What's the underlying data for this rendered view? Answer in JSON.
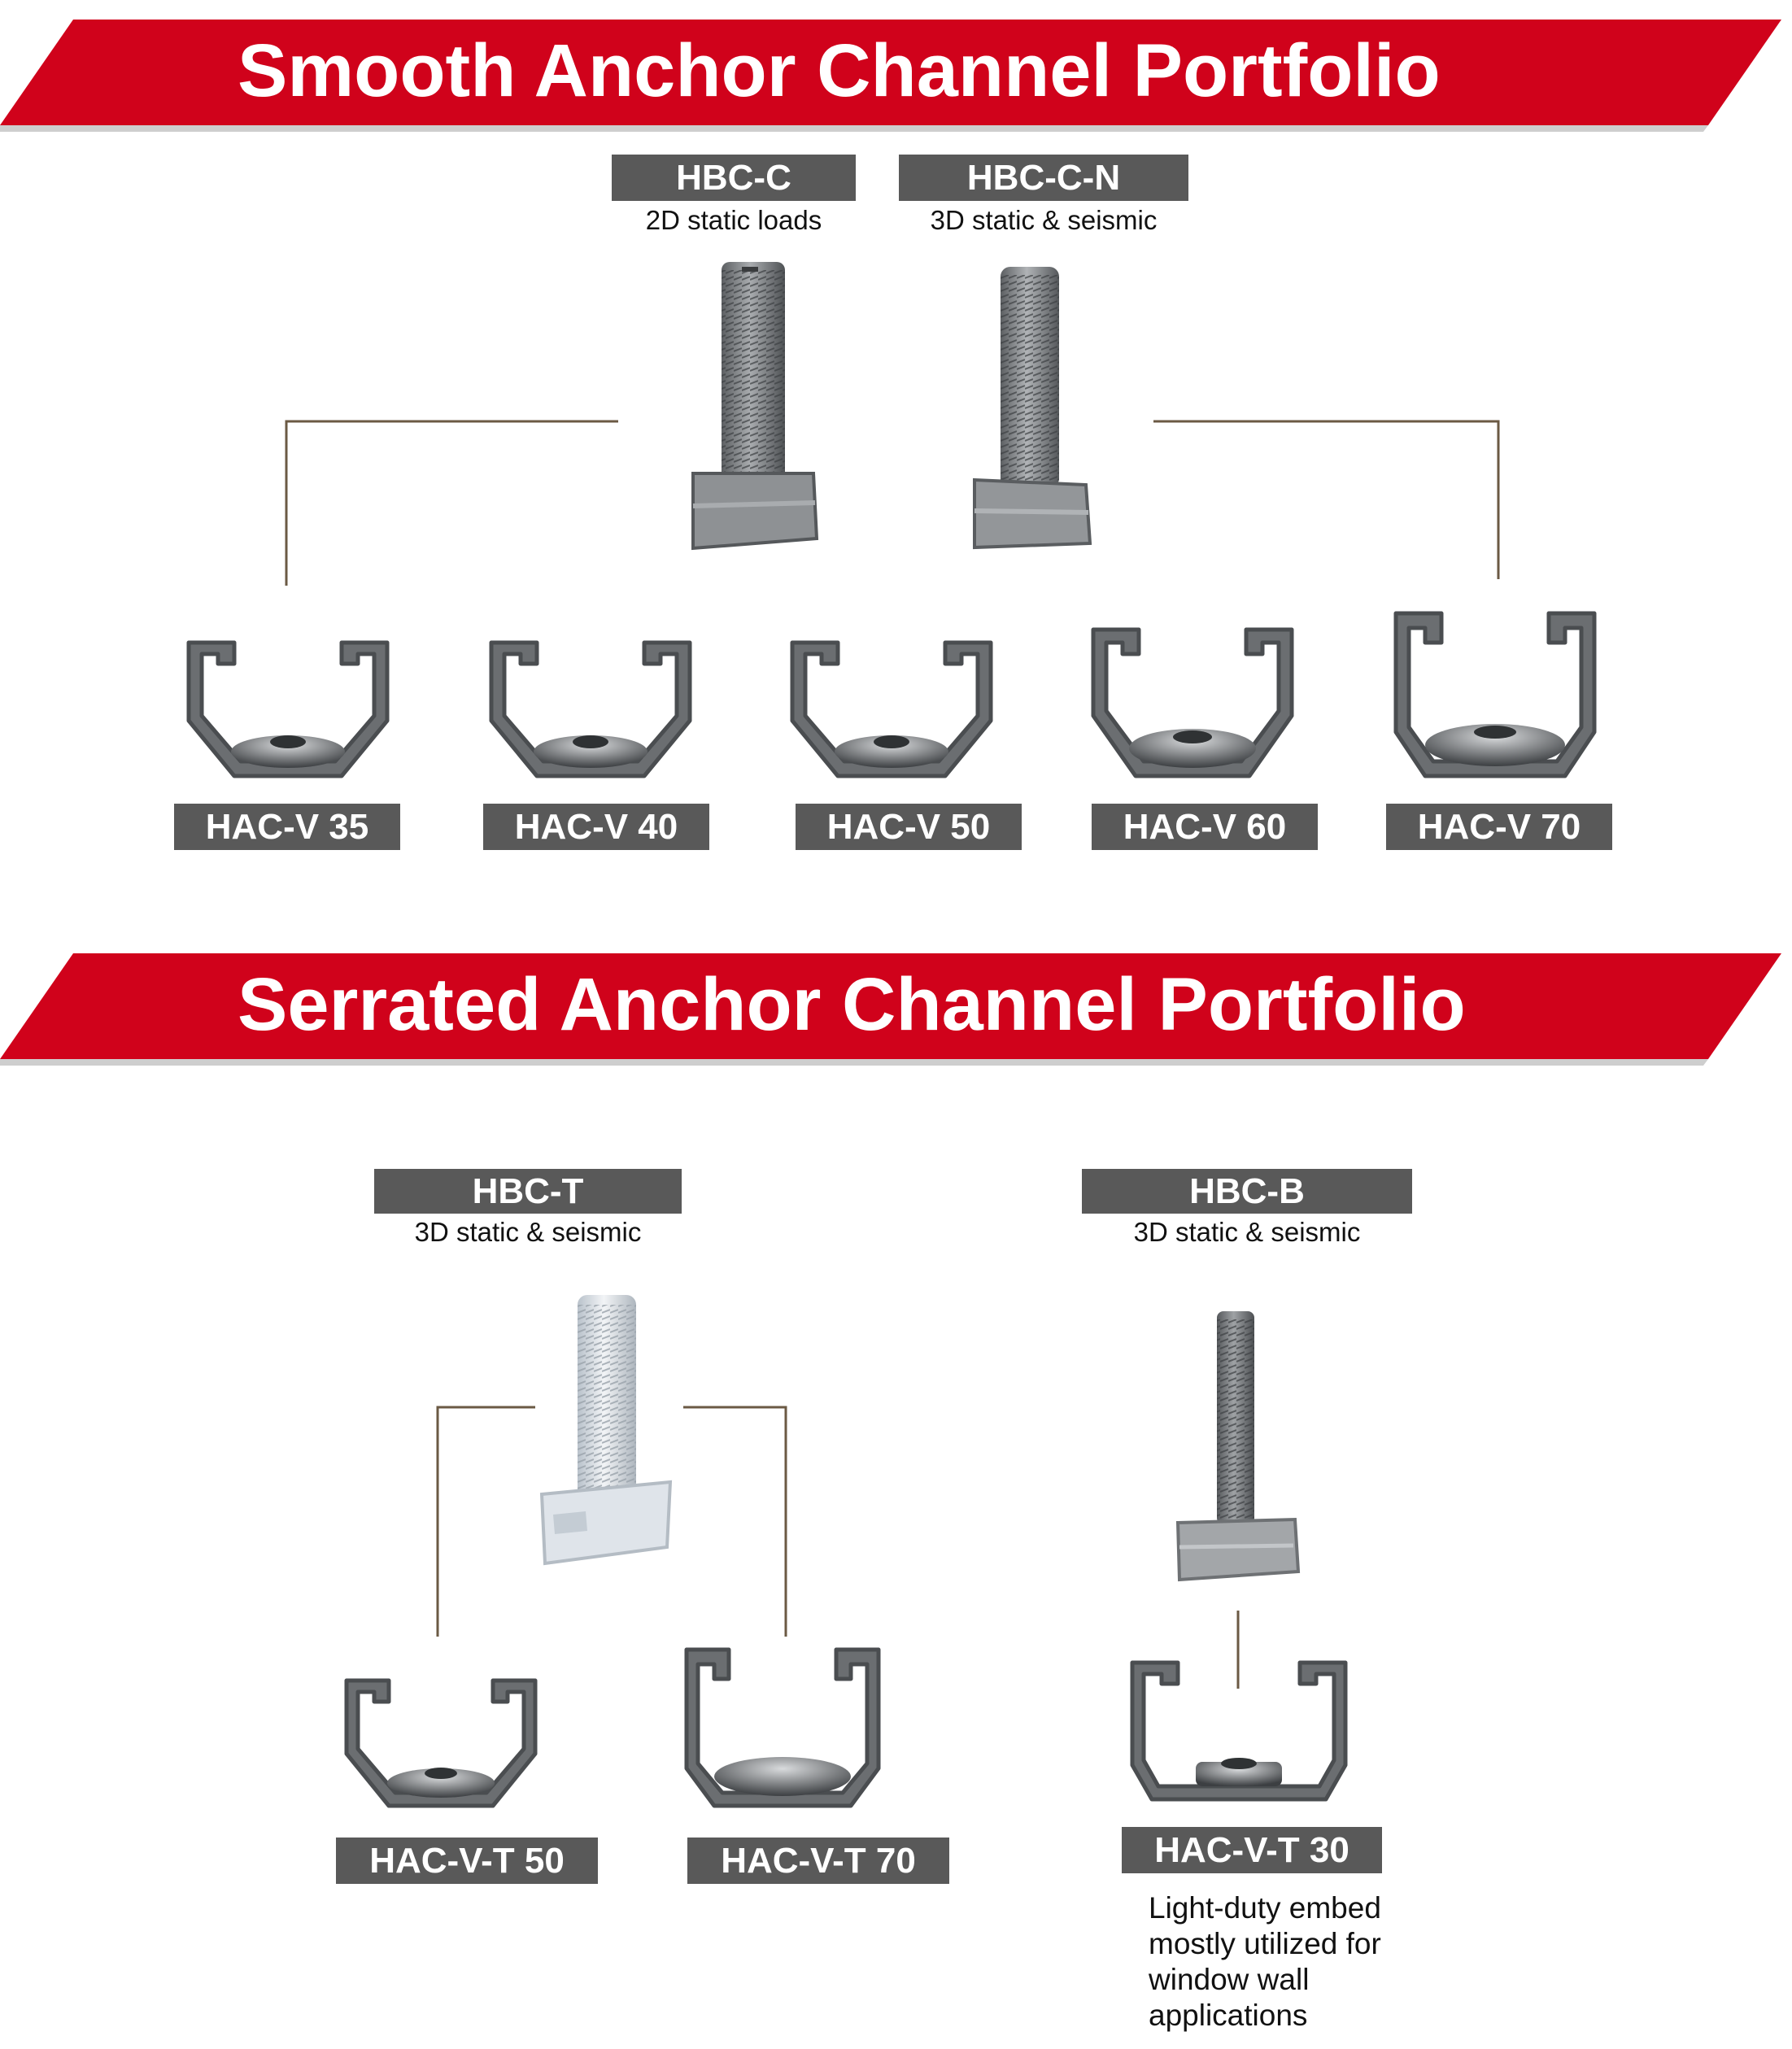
{
  "smooth": {
    "title": "Smooth Anchor Channel Portfolio",
    "bolts": [
      {
        "name": "HBC-C",
        "desc": "2D static loads"
      },
      {
        "name": "HBC-C-N",
        "desc": "3D static & seismic"
      }
    ],
    "channels": [
      "HAC-V 35",
      "HAC-V 40",
      "HAC-V 50",
      "HAC-V 60",
      "HAC-V 70"
    ]
  },
  "serrated": {
    "title": "Serrated Anchor Channel Portfolio",
    "bolts": [
      {
        "name": "HBC-T",
        "desc": "3D static & seismic"
      },
      {
        "name": "HBC-B",
        "desc": "3D static & seismic"
      }
    ],
    "channels": [
      "HAC-V-T 50",
      "HAC-V-T 70",
      "HAC-V-T 30"
    ],
    "note": [
      "Light-duty embed",
      "mostly utilized for",
      "window wall",
      "applications"
    ]
  },
  "colors": {
    "banner_red": "#d0021b",
    "label_gray": "#595959",
    "connector_line": "#6b5a44",
    "steel": "#6e7174"
  },
  "icons": [
    "t-bolt-icon",
    "anchor-channel-icon"
  ]
}
